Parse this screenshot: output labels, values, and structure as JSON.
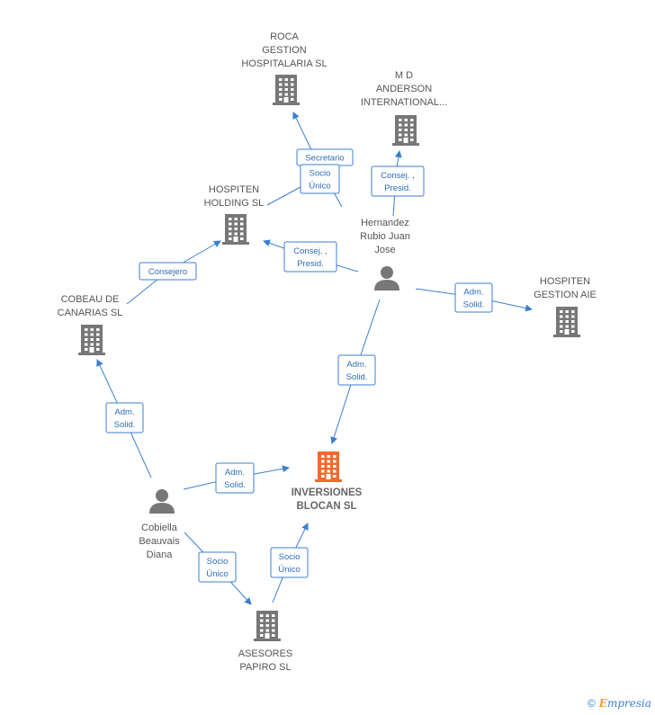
{
  "colors": {
    "edge": "#3b7fd0",
    "node": "#777777",
    "focus": "#f26a2e"
  },
  "nodes": [
    {
      "id": "roca",
      "type": "company",
      "lines": [
        "ROCA",
        "GESTION",
        "HOSPITALARIA SL"
      ]
    },
    {
      "id": "md",
      "type": "company",
      "lines": [
        "M D",
        "ANDERSON",
        "INTERNATIONAL..."
      ]
    },
    {
      "id": "hholding",
      "type": "company",
      "lines": [
        "HOSPITEN",
        "HOLDING SL"
      ]
    },
    {
      "id": "hernandez",
      "type": "person",
      "lines": [
        "Hernandez",
        "Rubio Juan",
        "Jose"
      ]
    },
    {
      "id": "hgestion",
      "type": "company",
      "lines": [
        "HOSPITEN",
        "GESTION AIE"
      ]
    },
    {
      "id": "cobeau",
      "type": "company",
      "lines": [
        "COBEAU DE",
        "CANARIAS SL"
      ]
    },
    {
      "id": "inversiones",
      "type": "company",
      "focus": true,
      "lines": [
        "INVERSIONES",
        "BLOCAN SL"
      ]
    },
    {
      "id": "cobiella",
      "type": "person",
      "lines": [
        "Cobiella",
        "Beauvais",
        "Diana"
      ]
    },
    {
      "id": "asesores",
      "type": "company",
      "lines": [
        "ASESORES",
        "PAPIRO SL"
      ]
    }
  ],
  "edges": [
    {
      "id": "e1",
      "lines": [
        "Secretario"
      ]
    },
    {
      "id": "e2",
      "lines": [
        "Socio",
        "Único"
      ]
    },
    {
      "id": "e3",
      "lines": [
        "Consej. ,",
        "Presid."
      ]
    },
    {
      "id": "e4",
      "lines": [
        "Consej. ,",
        "Presid."
      ]
    },
    {
      "id": "e5",
      "lines": [
        "Consejero"
      ]
    },
    {
      "id": "e6",
      "lines": [
        "Adm.",
        "Solid."
      ]
    },
    {
      "id": "e7",
      "lines": [
        "Adm.",
        "Solid."
      ]
    },
    {
      "id": "e8",
      "lines": [
        "Adm.",
        "Solid."
      ]
    },
    {
      "id": "e9",
      "lines": [
        "Adm.",
        "Solid."
      ]
    },
    {
      "id": "e10",
      "lines": [
        "Socio",
        "Único"
      ]
    },
    {
      "id": "e11",
      "lines": [
        "Socio",
        "Único"
      ]
    }
  ],
  "footer": {
    "copyright": "©",
    "brand_initial": "E",
    "brand_rest": "mpresia"
  }
}
